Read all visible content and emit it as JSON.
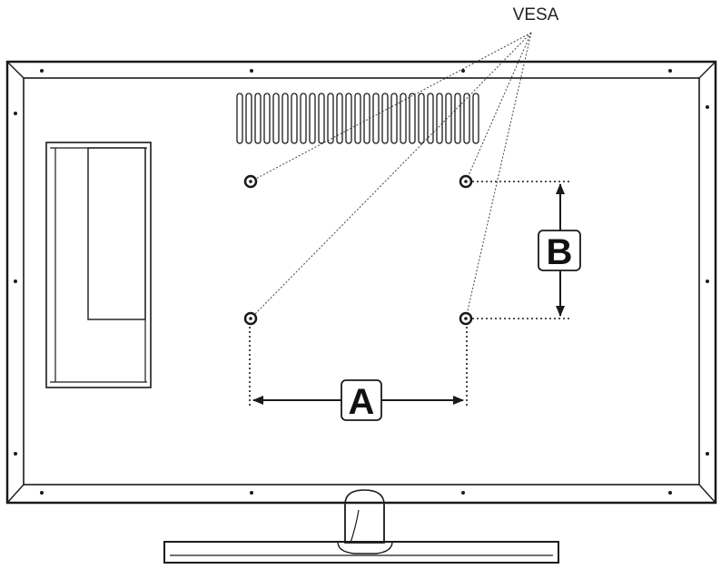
{
  "callout": {
    "vesa_label": "VESA"
  },
  "dimensions": {
    "horizontal_label": "A",
    "vertical_label": "B"
  },
  "colors": {
    "line": "#1a1a1a",
    "background": "#ffffff"
  }
}
